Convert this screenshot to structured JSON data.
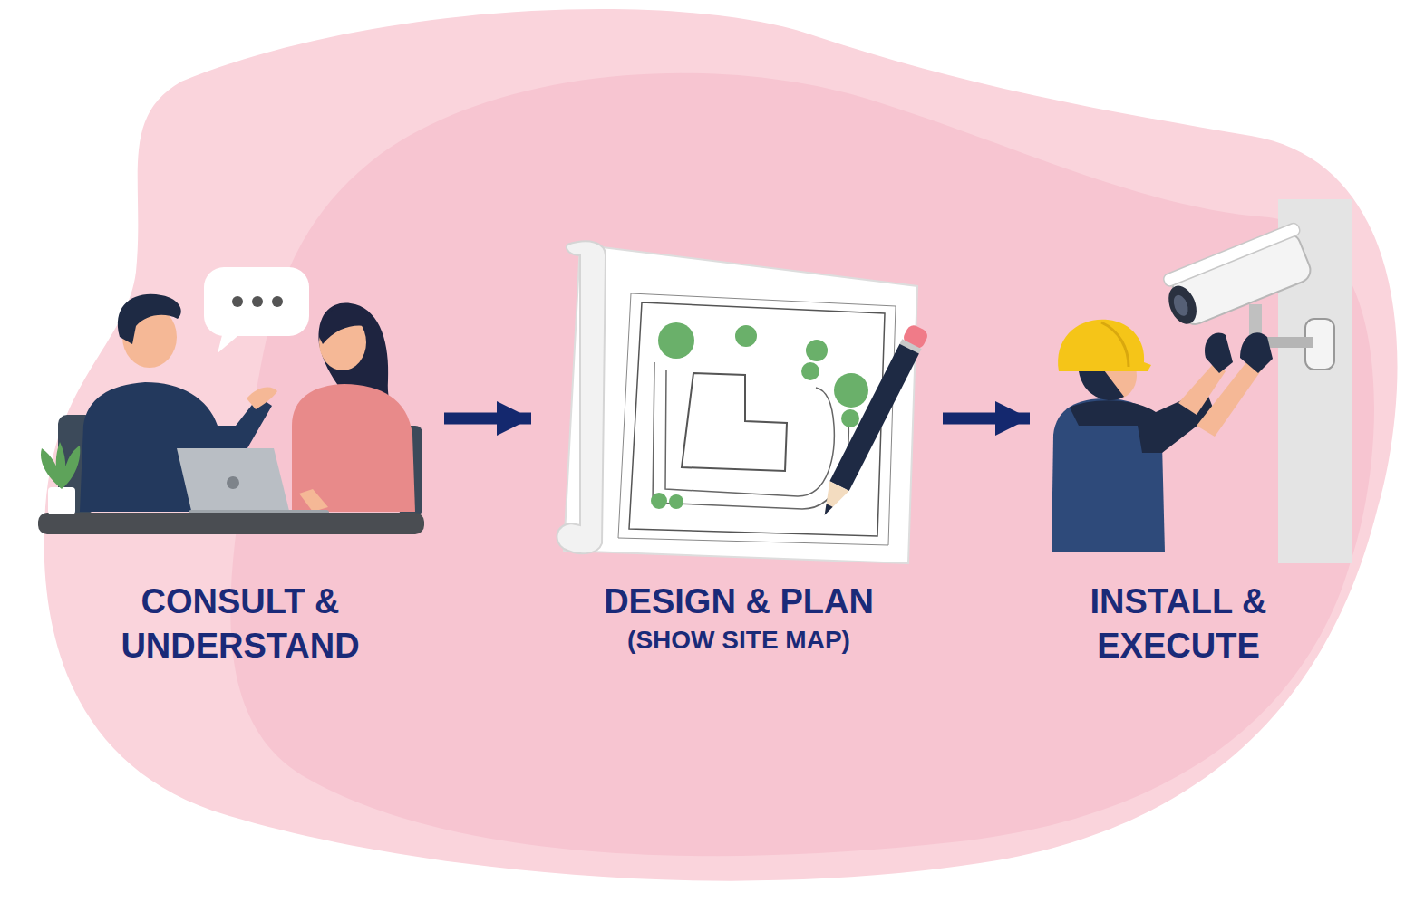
{
  "diagram": {
    "nodes": [
      {
        "text": [
          "CONSULT & UNDERSTAND"
        ]
      },
      {
        "text": [
          "DESIGN & PLAN",
          "(SHOW SITE MAP)"
        ]
      },
      {
        "text": [
          "INSTALL & EXECUTE"
        ]
      }
    ],
    "edges": [
      {
        "from": 0,
        "to": 1,
        "arrow": "to"
      },
      {
        "from": 1,
        "to": 2,
        "arrow": "to"
      }
    ]
  }
}
